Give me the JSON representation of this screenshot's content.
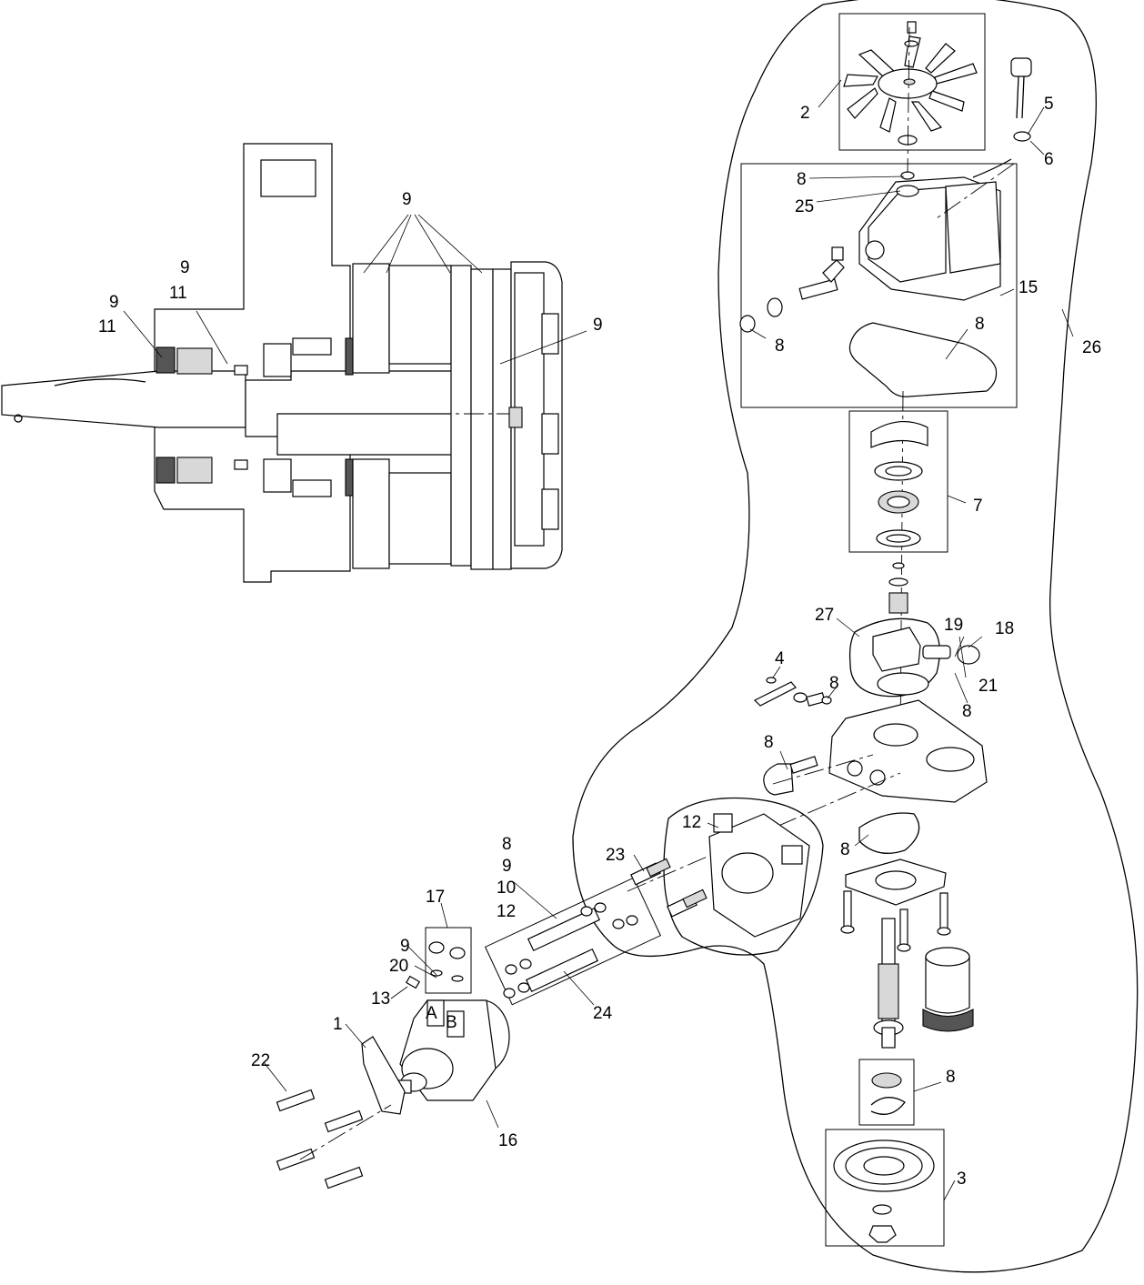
{
  "callouts": {
    "c1": "1",
    "c2": "2",
    "c3": "3",
    "c4": "4",
    "c5": "5",
    "c6": "6",
    "c7": "7",
    "c8a": "8",
    "c8b": "8",
    "c8c": "8",
    "c8d": "8",
    "c8e": "8",
    "c8f": "8",
    "c8g": "8",
    "c8h": "8",
    "c8i": "8",
    "c9a": "9",
    "c9b": "9",
    "c9c": "9",
    "c9d": "9",
    "c9e": "9",
    "c9f": "9",
    "c10": "10",
    "c11a": "11",
    "c11b": "11",
    "c12a": "12",
    "c12b": "12",
    "c13": "13",
    "c15": "15",
    "c16": "16",
    "c17": "17",
    "c18": "18",
    "c19": "19",
    "c20": "20",
    "c21": "21",
    "c22": "22",
    "c23": "23",
    "c24": "24",
    "c25": "25",
    "c26": "26",
    "c27": "27"
  },
  "valve_markings": {
    "port_a": "A",
    "port_b": "B"
  },
  "colors": {
    "line": "#000000",
    "background": "#ffffff",
    "hatch_fill": "#d8d8d8",
    "dark_fill": "#555555"
  }
}
